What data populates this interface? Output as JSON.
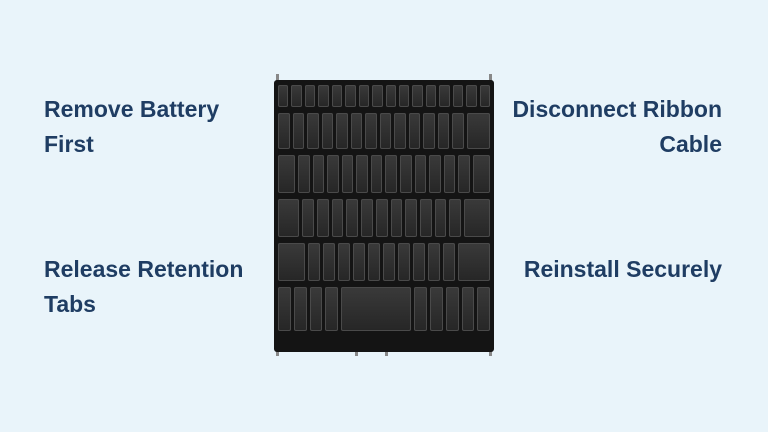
{
  "labels": {
    "top_left": [
      "Remove Battery",
      "First"
    ],
    "top_right": [
      "Disconnect Ribbon",
      "Cable"
    ],
    "bottom_left": [
      "Release Retention",
      "Tabs"
    ],
    "bottom_right": [
      "Reinstall Securely"
    ]
  },
  "colors": {
    "background": "#e9f4fa",
    "text": "#1f3d63",
    "keyboard": "#141414"
  },
  "image": {
    "subject": "laptop-keyboard"
  }
}
